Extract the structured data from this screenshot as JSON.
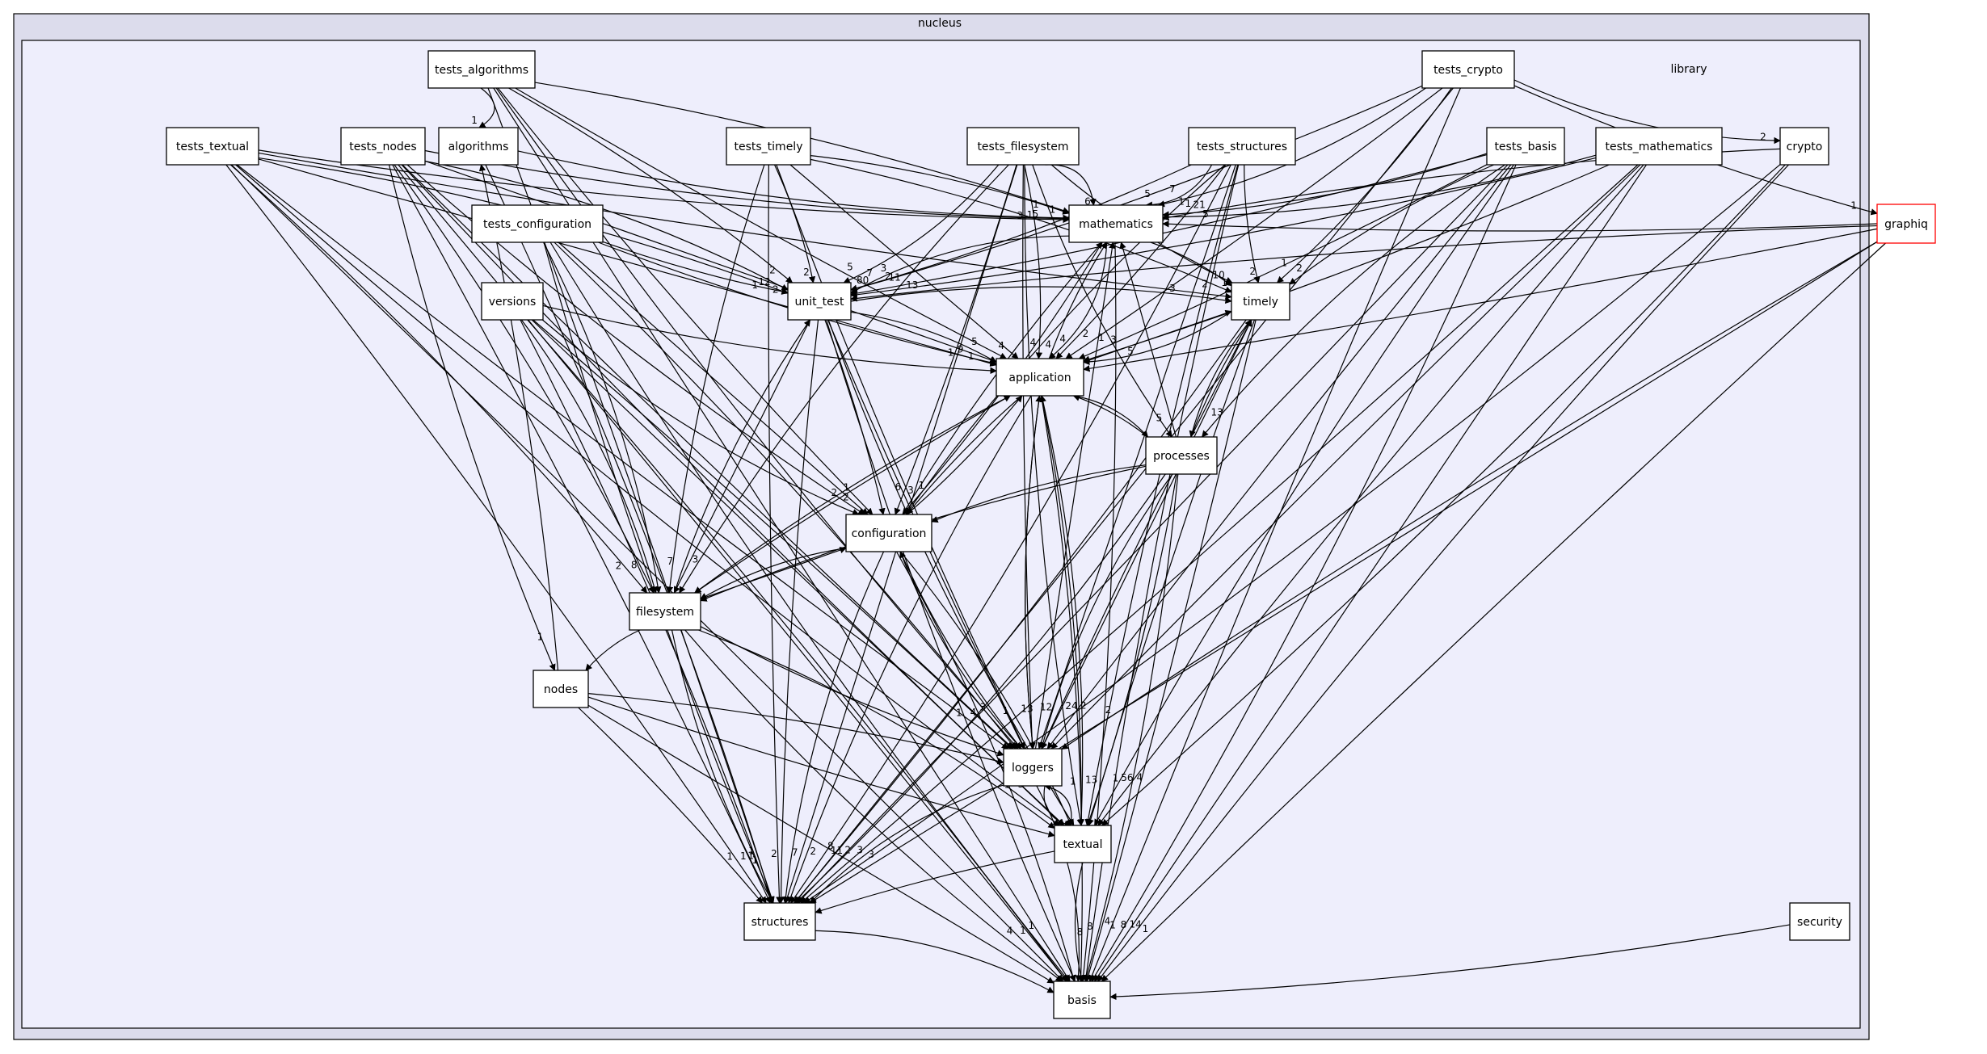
{
  "clusters": {
    "outer": "nucleus",
    "inner": "library"
  },
  "nodes": {
    "tests_algorithms": "tests_algorithms",
    "tests_crypto": "tests_crypto",
    "tests_textual": "tests_textual",
    "tests_nodes": "tests_nodes",
    "algorithms": "algorithms",
    "tests_timely": "tests_timely",
    "tests_filesystem": "tests_filesystem",
    "tests_structures": "tests_structures",
    "tests_basis": "tests_basis",
    "tests_mathematics": "tests_mathematics",
    "crypto": "crypto",
    "graphiq": "graphiq",
    "mathematics": "mathematics",
    "tests_configuration": "tests_configuration",
    "unit_test": "unit_test",
    "timely": "timely",
    "versions": "versions",
    "application": "application",
    "processes": "processes",
    "configuration": "configuration",
    "filesystem": "filesystem",
    "nodes": "nodes",
    "loggers": "loggers",
    "textual": "textual",
    "structures": "structures",
    "security": "security",
    "basis": "basis"
  },
  "colors": {
    "outer_fill": "#dcdcec",
    "inner_fill": "#eeeefc",
    "node_fill": "#ffffff",
    "external_border": "#ff0000",
    "edge": "#000000"
  },
  "edge_labels": [
    "1",
    "1",
    "2",
    "1",
    "1",
    "5",
    "1",
    "3",
    "2",
    "7",
    "3",
    "1",
    "2",
    "8",
    "4",
    "1",
    "1",
    "3",
    "1",
    "2",
    "1",
    "4",
    "1",
    "1",
    "3",
    "1",
    "1",
    "12",
    "8",
    "1",
    "1",
    "9",
    "4",
    "3",
    "2",
    "5",
    "1",
    "2",
    "1",
    "2",
    "4",
    "2",
    "1",
    "7",
    "3",
    "6",
    "5",
    "4",
    "6",
    "7",
    "13",
    "10",
    "5",
    "1",
    "2",
    "5",
    "7",
    "4",
    "12",
    "2",
    "13",
    "8",
    "1",
    "1",
    "1",
    "2",
    "1",
    "11",
    "24",
    "2",
    "1",
    "13",
    "1",
    "11",
    "3",
    "2",
    "8",
    "2",
    "56",
    "21",
    "14",
    "3",
    "4",
    "5",
    "5",
    "3",
    "1",
    "2",
    "13",
    "80",
    "4",
    "8",
    "3",
    "1",
    "2",
    "2",
    "1",
    "1"
  ]
}
